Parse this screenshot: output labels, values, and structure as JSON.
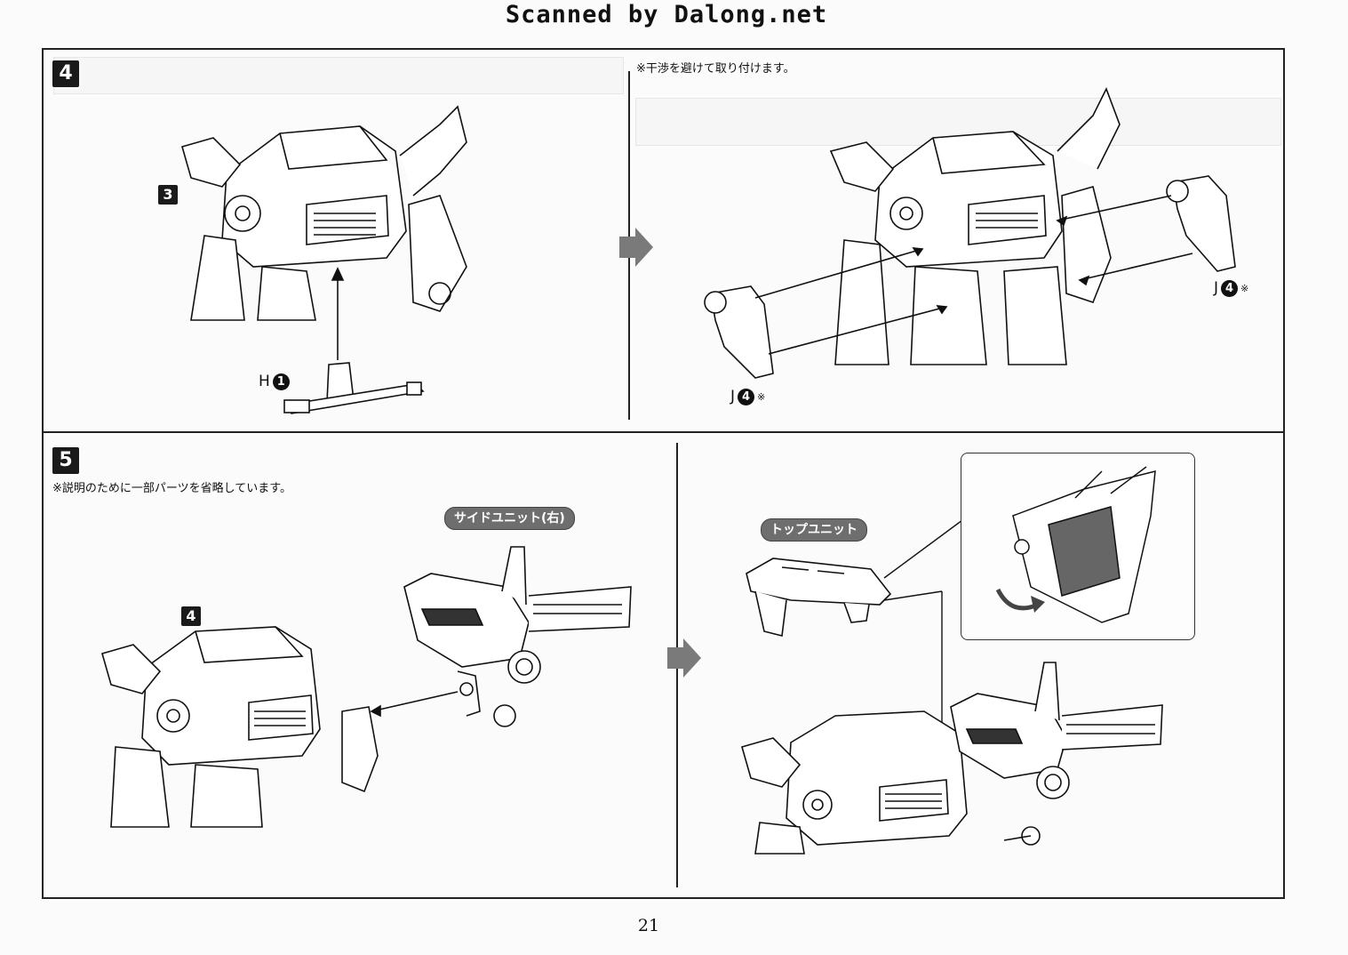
{
  "header": {
    "scan_credit": "Scanned by Dalong.net"
  },
  "step4": {
    "badge": "4",
    "left": {
      "assembly_badge": "3",
      "part_letter": "H",
      "part_number": "1"
    },
    "right": {
      "note": "※干渉を避けて取り付けます。",
      "part_a": {
        "letter": "J",
        "number": "4",
        "mark": "※"
      },
      "part_b": {
        "letter": "J",
        "number": "4",
        "mark": "※"
      }
    }
  },
  "step5": {
    "badge": "5",
    "note": "※説明のために一部パーツを省略しています。",
    "left": {
      "unit_label": "サイドユニット(右)",
      "assembly_badge": "4"
    },
    "right": {
      "unit_label": "トップユニット"
    }
  },
  "footer": {
    "page_number": "21"
  },
  "colors": {
    "ink": "#111111",
    "badge_bg": "#1a1a1a",
    "pill_bg": "#6e6e6e",
    "arrow": "#7a7a7a"
  },
  "icons": [
    "flow-arrow-icon",
    "rotate-arrow-icon"
  ]
}
